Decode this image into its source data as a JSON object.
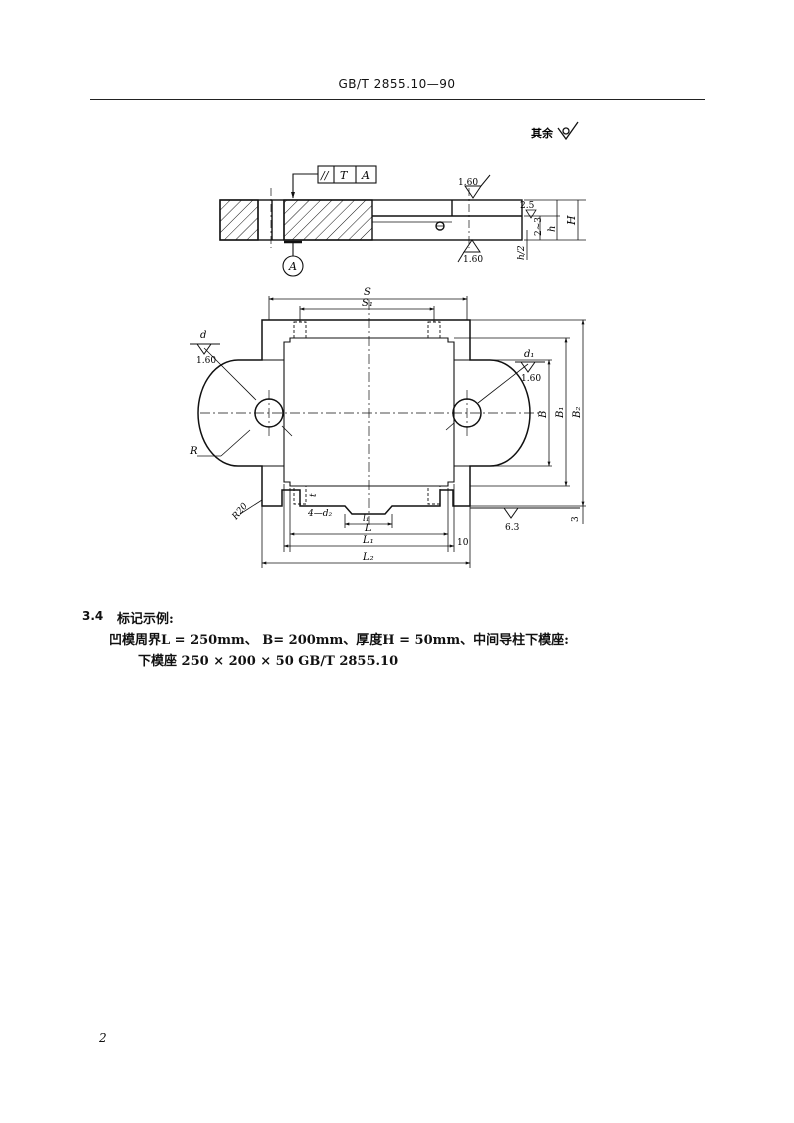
{
  "header": {
    "standard_code": "GB/T 2855.10—90"
  },
  "drawing": {
    "roughness_note": "其余",
    "feature_control_frame": [
      "//",
      "T",
      "A"
    ],
    "datum_label": "A",
    "roughness_values": {
      "top_face": "1.60",
      "bottom_face": "1.60",
      "hole_d": "1.60",
      "hole_d1": "1.60",
      "bottom_edge": "6.3"
    },
    "dimension_labels": {
      "depth_small": "2.5",
      "depth_range": "2~3",
      "h": "h",
      "H": "H",
      "h_half": "h/2",
      "S": "S",
      "S1": "S₁",
      "d": "d",
      "d1": "d₁",
      "B": "B",
      "B1": "B₁",
      "B2": "B₂",
      "R": "R",
      "R20": "R20",
      "four_d2": "4—d₂",
      "t": "t",
      "l1": "l₁",
      "L": "L",
      "L1": "L₁",
      "L2": "L₂",
      "ten": "10",
      "three": "3"
    }
  },
  "section": {
    "number": "3.4",
    "title": "标记示例:",
    "line1": "凹模周界L = 250mm、 B= 200mm、厚度H = 50mm、中间导柱下模座:",
    "line2": "下模座    250 × 200 × 50    GB/T 2855.10"
  },
  "footer": {
    "page_number": "2"
  }
}
